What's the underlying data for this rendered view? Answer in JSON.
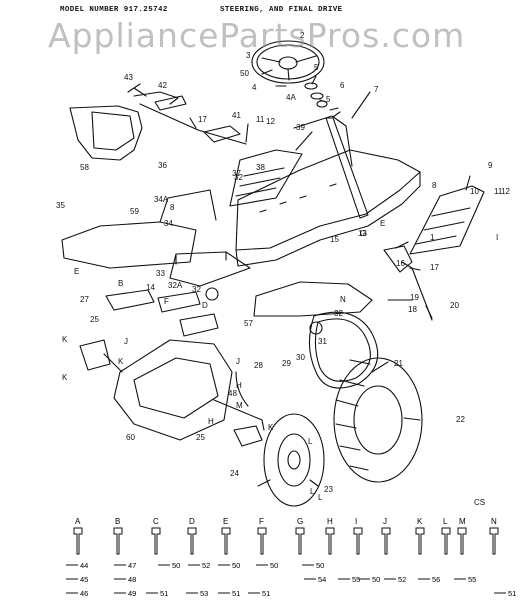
{
  "header": {
    "model_text": "MODEL NUMBER 917.25742",
    "section_title": "STEERING, AND FINAL DRIVE"
  },
  "watermark": "AppliancePartsPros.com",
  "corner_code": "CS",
  "callouts": [
    {
      "id": "c1",
      "label": "1"
    },
    {
      "id": "c2",
      "label": "2"
    },
    {
      "id": "c3",
      "label": "3"
    },
    {
      "id": "c4",
      "label": "4"
    },
    {
      "id": "c4a",
      "label": "4A"
    },
    {
      "id": "c5a",
      "label": "5"
    },
    {
      "id": "c5b",
      "label": "5"
    },
    {
      "id": "c6",
      "label": "6"
    },
    {
      "id": "c7",
      "label": "7"
    },
    {
      "id": "c8a",
      "label": "8"
    },
    {
      "id": "c8b",
      "label": "8"
    },
    {
      "id": "c9",
      "label": "9"
    },
    {
      "id": "c10",
      "label": "10"
    },
    {
      "id": "c11a",
      "label": "11"
    },
    {
      "id": "c11b",
      "label": "11"
    },
    {
      "id": "c12a",
      "label": "12"
    },
    {
      "id": "c12b",
      "label": "12"
    },
    {
      "id": "c13",
      "label": "13"
    },
    {
      "id": "c14",
      "label": "14"
    },
    {
      "id": "c15",
      "label": "15"
    },
    {
      "id": "c16",
      "label": "16"
    },
    {
      "id": "c17a",
      "label": "17"
    },
    {
      "id": "c17b",
      "label": "17"
    },
    {
      "id": "c18",
      "label": "18"
    },
    {
      "id": "c19",
      "label": "19"
    },
    {
      "id": "c20",
      "label": "20"
    },
    {
      "id": "c21",
      "label": "21"
    },
    {
      "id": "c22",
      "label": "22"
    },
    {
      "id": "c23",
      "label": "23"
    },
    {
      "id": "c24",
      "label": "24"
    },
    {
      "id": "c25a",
      "label": "25"
    },
    {
      "id": "c25b",
      "label": "25"
    },
    {
      "id": "c27",
      "label": "27"
    },
    {
      "id": "c28",
      "label": "28"
    },
    {
      "id": "c29",
      "label": "29"
    },
    {
      "id": "c30",
      "label": "30"
    },
    {
      "id": "c31",
      "label": "31"
    },
    {
      "id": "c32a",
      "label": "32"
    },
    {
      "id": "c32b",
      "label": "32"
    },
    {
      "id": "c32c",
      "label": "32"
    },
    {
      "id": "c32d",
      "label": "32A"
    },
    {
      "id": "c33",
      "label": "33"
    },
    {
      "id": "c34",
      "label": "34"
    },
    {
      "id": "c34a",
      "label": "34A"
    },
    {
      "id": "c35",
      "label": "35"
    },
    {
      "id": "c36",
      "label": "36"
    },
    {
      "id": "c37",
      "label": "37"
    },
    {
      "id": "c38",
      "label": "38"
    },
    {
      "id": "c39",
      "label": "39"
    },
    {
      "id": "c41",
      "label": "41"
    },
    {
      "id": "c42",
      "label": "42"
    },
    {
      "id": "c43",
      "label": "43"
    },
    {
      "id": "c48",
      "label": "48"
    },
    {
      "id": "c50",
      "label": "50"
    },
    {
      "id": "c57",
      "label": "57"
    },
    {
      "id": "c58",
      "label": "58"
    },
    {
      "id": "c59",
      "label": "59"
    },
    {
      "id": "c60",
      "label": "60"
    },
    {
      "id": "cK1",
      "label": "K"
    },
    {
      "id": "cK2",
      "label": "K"
    },
    {
      "id": "cK3",
      "label": "K"
    },
    {
      "id": "cK4",
      "label": "K"
    },
    {
      "id": "cH1",
      "label": "H"
    },
    {
      "id": "cH2",
      "label": "H"
    },
    {
      "id": "cJ1",
      "label": "J"
    },
    {
      "id": "cJ2",
      "label": "J"
    },
    {
      "id": "cL1",
      "label": "L"
    },
    {
      "id": "cL2",
      "label": "L"
    },
    {
      "id": "cL3",
      "label": "L"
    },
    {
      "id": "cM1",
      "label": "M"
    },
    {
      "id": "cN1",
      "label": "N"
    },
    {
      "id": "cE1",
      "label": "E"
    },
    {
      "id": "cE2",
      "label": "E"
    },
    {
      "id": "cF1",
      "label": "F"
    },
    {
      "id": "cG1",
      "label": "G"
    },
    {
      "id": "cI1",
      "label": "I"
    },
    {
      "id": "cD1",
      "label": "D"
    },
    {
      "id": "cB1",
      "label": "B"
    }
  ],
  "hardware": {
    "letters": [
      "A",
      "B",
      "C",
      "D",
      "E",
      "F",
      "G",
      "H",
      "I",
      "J",
      "K",
      "L",
      "M",
      "N"
    ],
    "refs": [
      "44",
      "45",
      "46",
      "47",
      "48",
      "49",
      "50",
      "52",
      "51",
      "53",
      "50",
      "51",
      "50",
      "51",
      "50",
      "54",
      "55",
      "50",
      "52",
      "56",
      "55",
      "51"
    ]
  }
}
